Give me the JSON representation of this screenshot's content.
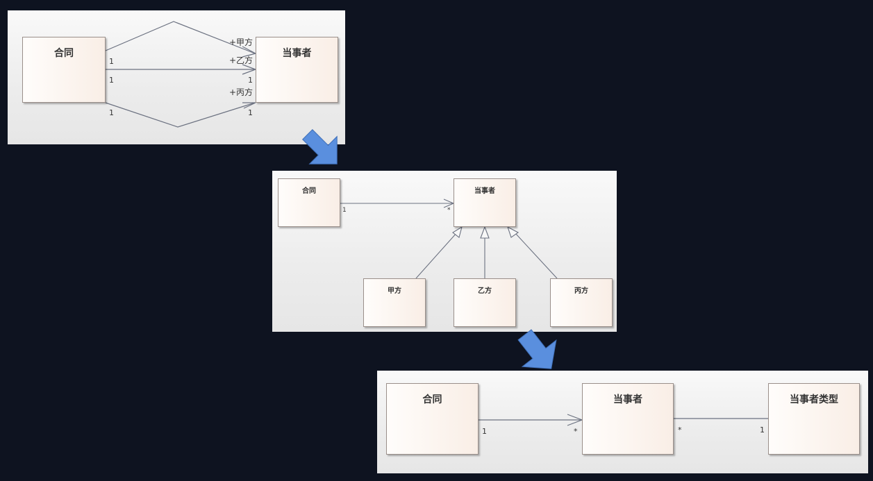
{
  "diagram1": {
    "contract": "合同",
    "party": "当事者",
    "role_a": "+甲方",
    "role_b": "+乙方",
    "role_c": "+丙方",
    "mult_top_left": "1",
    "mult_mid_left": "1",
    "mult_bottom_left": "1",
    "mult_mid_right": "1",
    "mult_bottom_right": "1"
  },
  "diagram2": {
    "contract": "合同",
    "party": "当事者",
    "mult_left": "1",
    "mult_right": "*",
    "sub_a": "甲方",
    "sub_b": "乙方",
    "sub_c": "丙方"
  },
  "diagram3": {
    "contract": "合同",
    "party": "当事者",
    "party_type": "当事者类型",
    "mult_contract": "1",
    "mult_party_in": "*",
    "mult_party_out": "*",
    "mult_type": "1"
  },
  "colors": {
    "background": "#0e1320",
    "arrow": "#5a8fde",
    "line": "#6b7180"
  }
}
